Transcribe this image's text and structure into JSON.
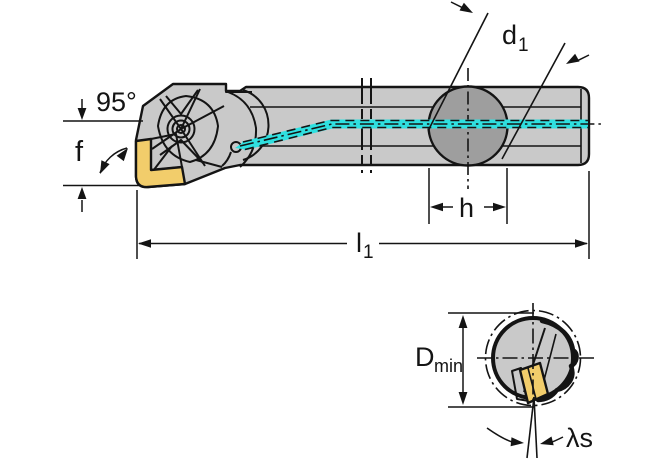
{
  "drawing": {
    "title_hint": "boring-bar-technical-drawing",
    "labels": {
      "entering_angle": "95°",
      "f_offset": "f",
      "d1_base": "d",
      "d1_sub": "1",
      "h": "h",
      "l1_base": "l",
      "l1_sub": "1",
      "dmin_base": "D",
      "dmin_sub": "min",
      "lambda_s": "λs"
    },
    "colors": {
      "body": "#c9c9c9",
      "cross_section": "#9e9e9e",
      "insert": "#f2cd6b",
      "coolant": "#2fe0e0",
      "outline": "#141414"
    }
  }
}
